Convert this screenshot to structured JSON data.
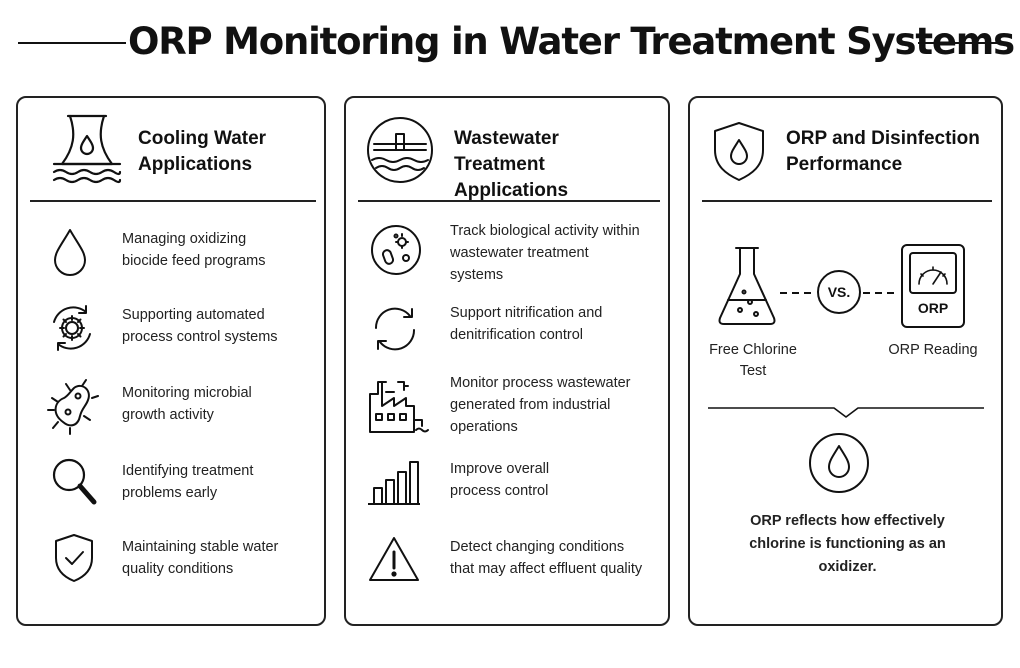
{
  "title": "ORP Monitoring in Water Treatment Systems",
  "panels": [
    {
      "heading": "Cooling Water Applications",
      "items": [
        {
          "icon": "water-drop-icon",
          "text": "Managing oxidizing biocide feed programs"
        },
        {
          "icon": "gear-cycle-icon",
          "text": "Supporting automated process control systems"
        },
        {
          "icon": "microbe-icon",
          "text": "Monitoring microbial growth activity"
        },
        {
          "icon": "magnifier-icon",
          "text": "Identifying treatment problems early"
        },
        {
          "icon": "shield-check-icon",
          "text": "Maintaining stable water quality conditions"
        }
      ]
    },
    {
      "heading": "Wastewater Treatment Applications",
      "items": [
        {
          "icon": "bacteria-icon",
          "text": "Track biological activity within wastewater treatment systems"
        },
        {
          "icon": "cycle-arrows-icon",
          "text": "Support nitrification and denitrification control"
        },
        {
          "icon": "factory-icon",
          "text": "Monitor process wastewater generated from industrial operations"
        },
        {
          "icon": "bar-chart-icon",
          "text": "Improve overall process control"
        },
        {
          "icon": "warning-icon",
          "text": "Detect changing conditions that may affect effluent quality"
        }
      ]
    },
    {
      "heading": "ORP and Disinfection Performance",
      "comparison": {
        "left_label": "Free Chlorine Test",
        "vs": "VS.",
        "meter_label": "ORP",
        "right_label": "ORP Reading"
      },
      "summary": "ORP reflects how effectively chlorine is functioning as an oxidizer."
    }
  ]
}
